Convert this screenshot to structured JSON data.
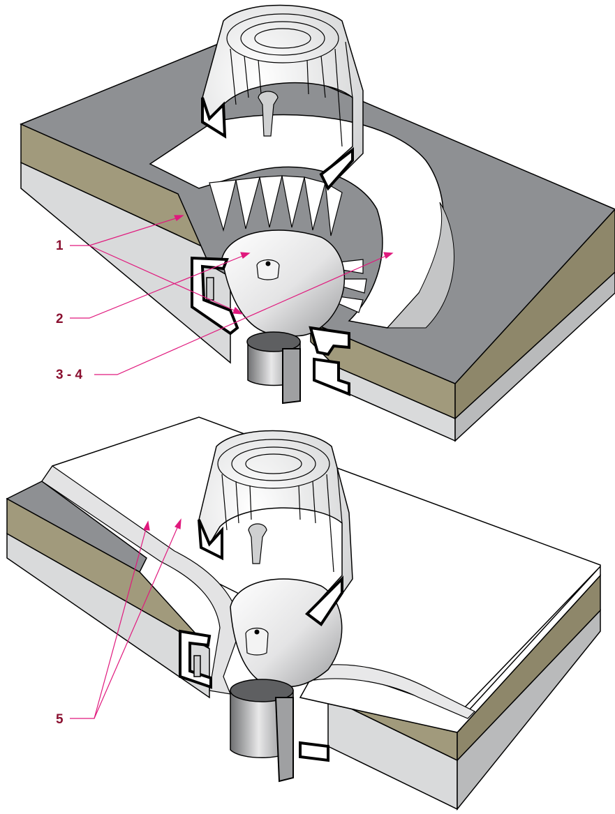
{
  "callouts": {
    "c1": "1",
    "c2": "2",
    "c3_4": "3 - 4",
    "c5": "5"
  },
  "colors": {
    "label": "#8a1030",
    "leader_line": "#e0197d",
    "roof_top": "#8e9093",
    "membrane_white": "#ffffff",
    "insulation_tan": "#a19a7c",
    "deck_light": "#d9dadb",
    "deck_side": "#b9babb",
    "outline": "#000000"
  }
}
